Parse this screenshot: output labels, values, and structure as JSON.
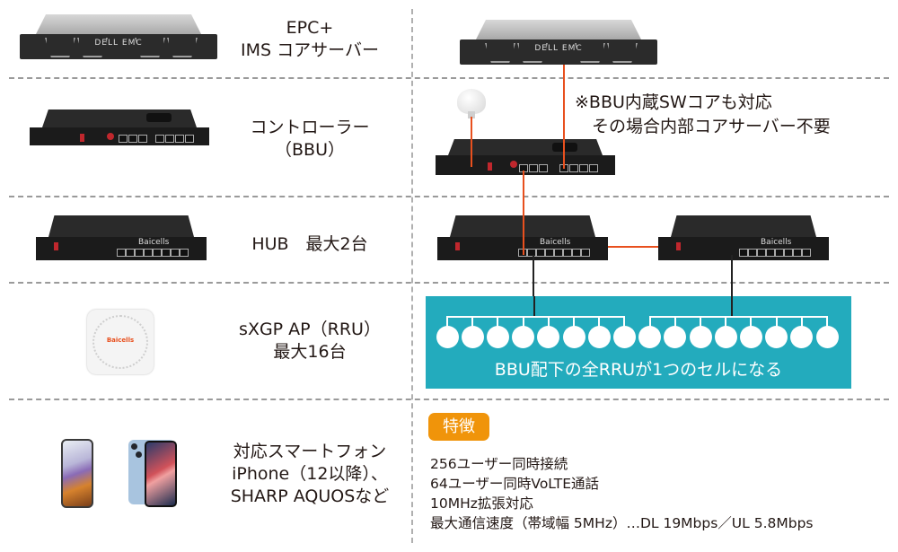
{
  "rows": [
    {
      "id": "core",
      "label_lines": [
        "EPC+",
        "IMS コアサーバー"
      ],
      "device": "dell-server"
    },
    {
      "id": "bbu",
      "label_lines": [
        "コントローラー",
        "（BBU）"
      ],
      "device": "bbu-controller"
    },
    {
      "id": "hub",
      "label_lines": [
        "HUB　最大2台"
      ],
      "device": "hub-switch"
    },
    {
      "id": "rru",
      "label_lines": [
        "sXGP AP（RRU）",
        "最大16台"
      ],
      "device": "access-point"
    },
    {
      "id": "phones",
      "label_lines": [
        "対応スマートフォン",
        "iPhone（12以降）、",
        "SHARP AQUOSなど"
      ],
      "device": "smartphones"
    }
  ],
  "server_brand": "DELL EMC",
  "device_brand": "Baicells",
  "note_lines": [
    "※BBU内蔵SWコアも対応",
    "　その場合内部コアサーバー不要"
  ],
  "cell_caption": "BBU配下の全RRUが1つのセルになる",
  "rru_groups": [
    8,
    8
  ],
  "features": {
    "badge": "特徴",
    "items": [
      "256ユーザー同時接続",
      "64ユーザー同時VoLTE通話",
      "10MHz拡張対応",
      "最大通信速度（帯域幅 5MHz）…DL 19Mbps／UL 5.8Mbps"
    ]
  },
  "colors": {
    "cable_orange": "#e8501e",
    "cell_panel": "#23abbd",
    "badge_orange": "#f0940a",
    "divider_gray": "#9a9a9a"
  }
}
